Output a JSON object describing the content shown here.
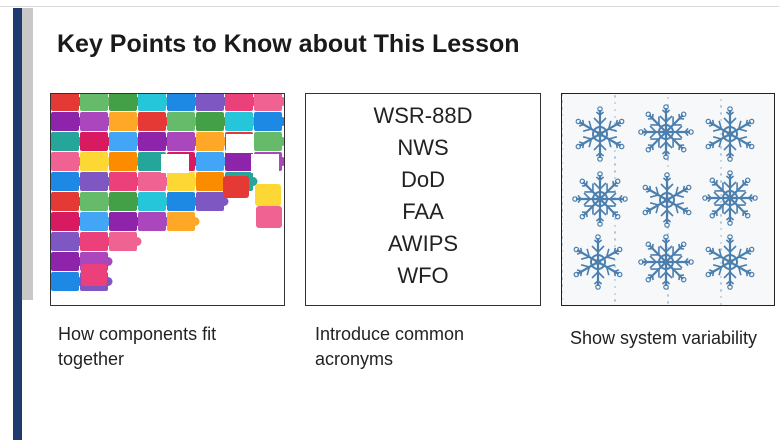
{
  "slide": {
    "title": "Key Points to Know about This Lesson"
  },
  "cards": [
    {
      "image": "puzzle-pieces-icon",
      "caption": "How components fit together"
    },
    {
      "acronyms": [
        "WSR-88D",
        "NWS",
        "DoD",
        "FAA",
        "AWIPS",
        "WFO"
      ],
      "caption": "Introduce common acronyms"
    },
    {
      "image": "snowflakes-icon",
      "caption": "Show system variability"
    }
  ],
  "colors": {
    "accent_navy": "#1f3b6e",
    "accent_gray": "#c8c8c8",
    "snowflake_blue": "#4a7fae"
  }
}
